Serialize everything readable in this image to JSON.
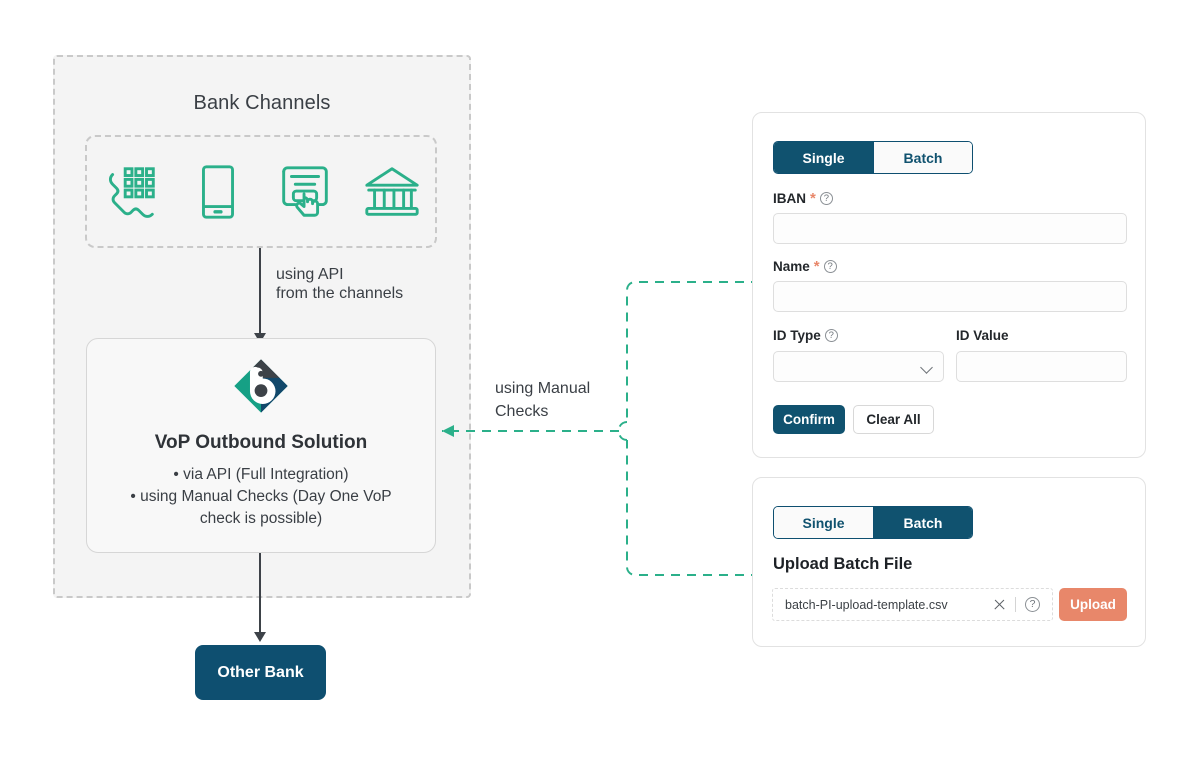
{
  "diagram": {
    "channels": {
      "title": "Bank Channels",
      "icons": [
        {
          "name": "phone-keypad-icon",
          "label": "Phone / Call Center"
        },
        {
          "name": "mobile-phone-icon",
          "label": "Mobile Banking"
        },
        {
          "name": "online-banking-click-icon",
          "label": "Online Banking"
        },
        {
          "name": "bank-branch-icon",
          "label": "Branch"
        }
      ]
    },
    "arrow_api_label_line1": "using API",
    "arrow_api_label_line2": "from the channels",
    "vop": {
      "title": "VoP Outbound Solution",
      "logo_name": "bank-logo-icon",
      "bullets": [
        "• via API (Full Integration)",
        "• using Manual Checks (Day One VoP",
        "check is possible)"
      ]
    },
    "other_bank": {
      "label": "Other Bank"
    },
    "manual_label_line1": "using Manual",
    "manual_label_line2": "Checks"
  },
  "single_panel": {
    "toggle": {
      "single": "Single",
      "batch": "Batch",
      "active": "Single"
    },
    "iban": {
      "label": "IBAN",
      "required": "*",
      "help": "?",
      "value": ""
    },
    "name": {
      "label": "Name",
      "required": "*",
      "help": "?",
      "value": ""
    },
    "id_type": {
      "label": "ID Type",
      "help": "?",
      "value": ""
    },
    "id_value": {
      "label": "ID Value",
      "value": ""
    },
    "confirm_label": "Confirm",
    "clear_label": "Clear All"
  },
  "batch_panel": {
    "toggle": {
      "single": "Single",
      "batch": "Batch",
      "active": "Batch"
    },
    "upload_title": "Upload Batch File",
    "file_name": "batch-PI-upload-template.csv",
    "clear_icon": "close-icon",
    "help_icon": "?",
    "upload_label": "Upload"
  },
  "colors": {
    "navy": "#10526F",
    "teal": "#2bb08a",
    "salmon": "#e8876a",
    "panel_bg": "#f4f4f4",
    "text": "#3a3f45"
  }
}
